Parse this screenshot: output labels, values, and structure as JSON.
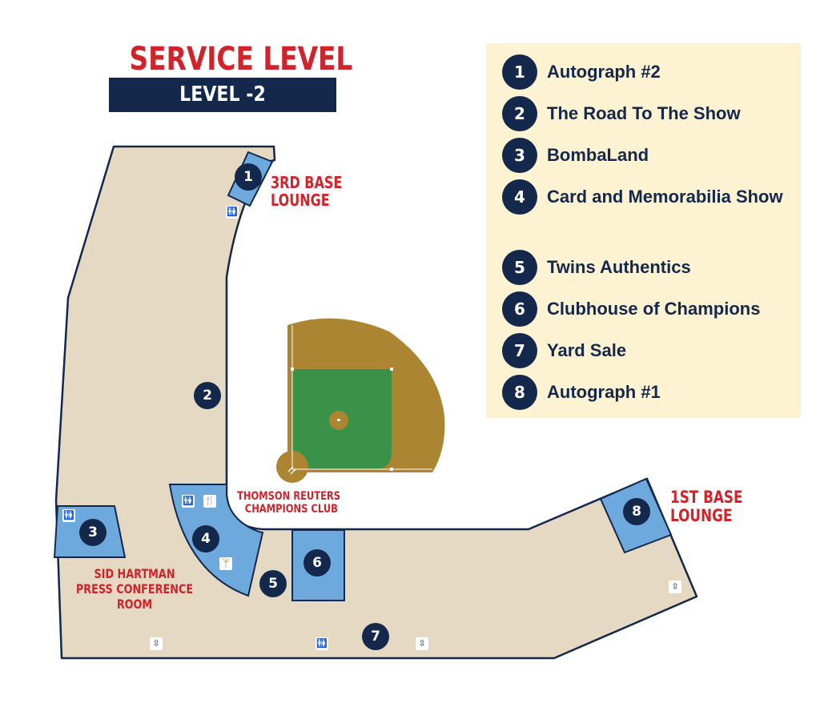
{
  "title": "SERVICE LEVEL",
  "subtitle": "LEVEL -2",
  "legend": [
    {
      "num": "1",
      "label": "Autograph #2"
    },
    {
      "num": "2",
      "label": "The Road To The Show"
    },
    {
      "num": "3",
      "label": "BombaLand"
    },
    {
      "num": "4",
      "label": "Card and Memorabilia Show"
    },
    {
      "num": "5",
      "label": "Twins Authentics"
    },
    {
      "num": "6",
      "label": "Clubhouse of Champions"
    },
    {
      "num": "7",
      "label": "Yard Sale"
    },
    {
      "num": "8",
      "label": "Autograph #1"
    }
  ],
  "areas": {
    "third_base_lounge": [
      "3RD BASE",
      "LOUNGE"
    ],
    "champions_club": [
      "THOMSON REUTERS",
      "CHAMPIONS CLUB"
    ],
    "press_room": [
      "SID HARTMAN",
      "PRESS CONFERENCE",
      "ROOM"
    ],
    "first_base_lounge": [
      "1ST BASE",
      "LOUNGE"
    ]
  },
  "map_markers": [
    "1",
    "2",
    "3",
    "4",
    "5",
    "6",
    "7",
    "8"
  ],
  "amenity_icons": {
    "restroom": "restroom-icon",
    "dining": "dining-icon",
    "bar": "cocktail-icon",
    "elevator": "elevator-icon"
  },
  "colors": {
    "concourse": "#e6d9c3",
    "outline": "#13284b",
    "room": "#6ea9de",
    "red": "#d2232a",
    "navy": "#13284b",
    "dirt": "#ab8531",
    "grass": "#3a9148",
    "legend_bg": "#fdf3d3"
  }
}
